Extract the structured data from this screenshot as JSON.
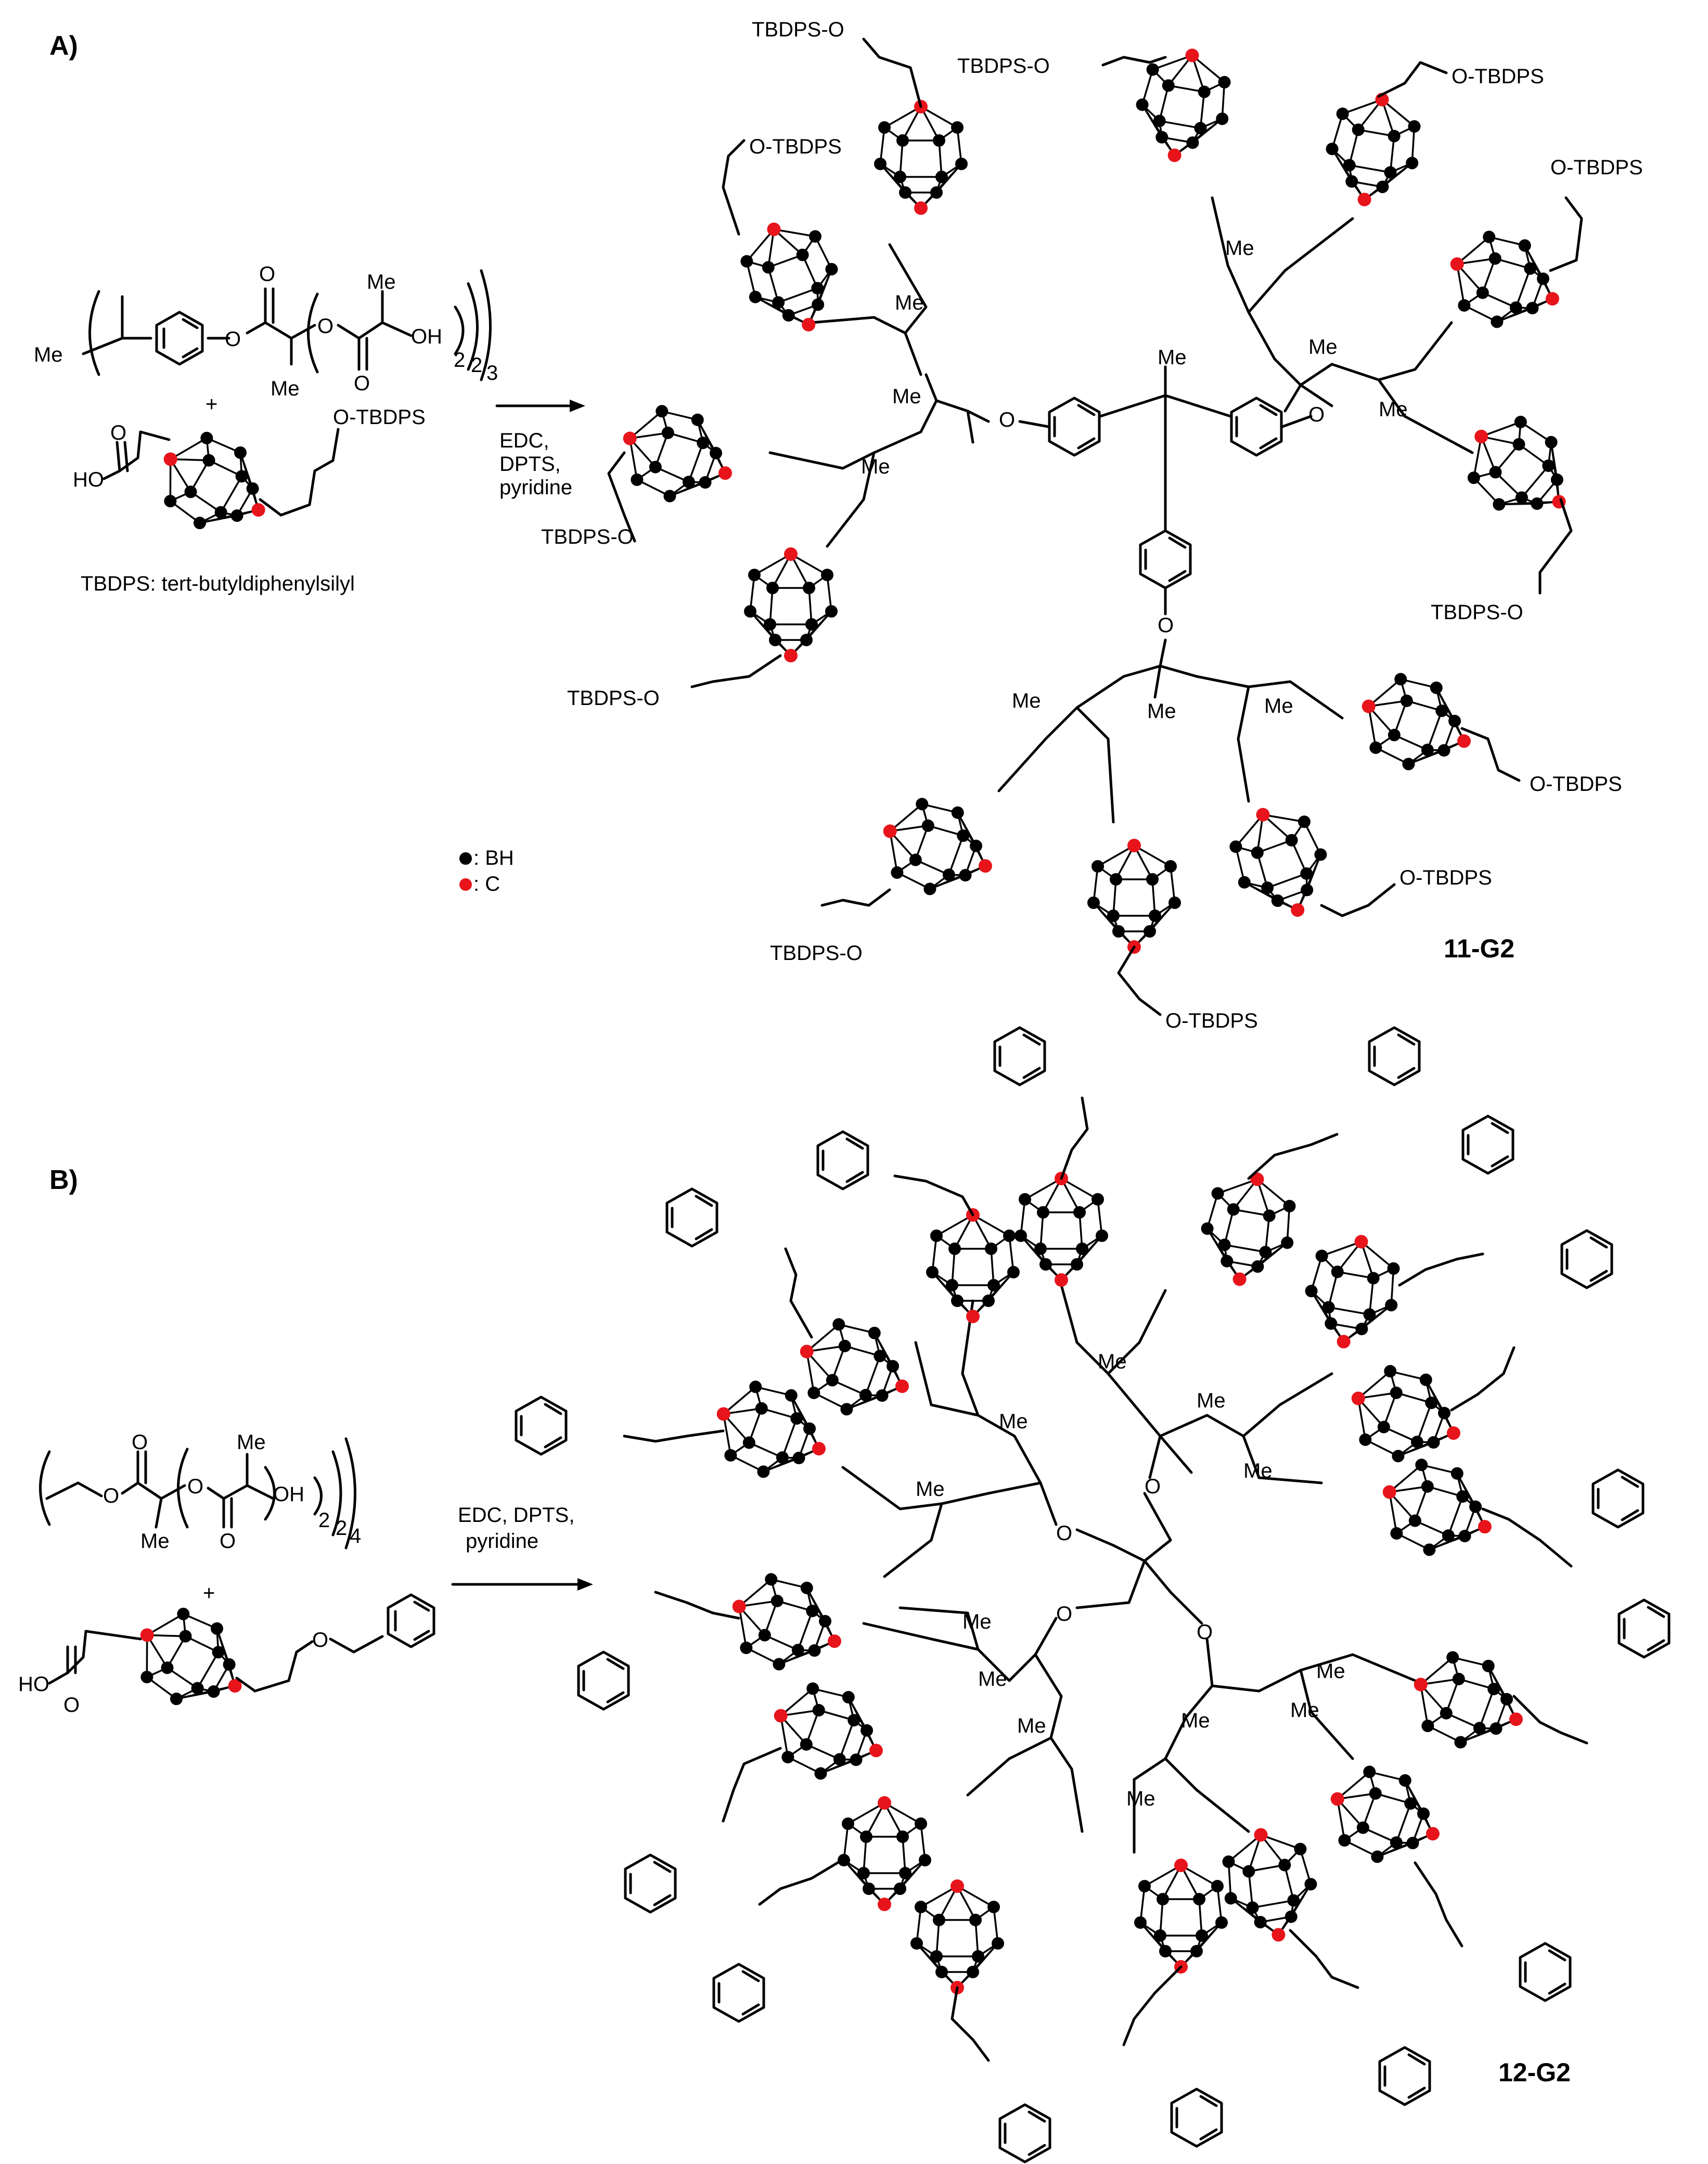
{
  "panel_a": {
    "label": "A)",
    "reagents": {
      "line1": "EDC,",
      "line2": "DPTS,",
      "line3": "pyridine"
    },
    "tbdps_note": "TBDPS: tert-butyldiphenylsilyl",
    "reactant1": {
      "me_left": "Me",
      "me_branch": "Me",
      "me_top": "Me",
      "oh": "OH",
      "sub_inner": "2",
      "sub_mid": "2",
      "sub_outer": "3"
    },
    "reactant2": {
      "acid": "HO",
      "ether": "O-TBDPS"
    },
    "plus": "+",
    "product_label": "11-G2",
    "product_end_groups": [
      "TBDPS-O",
      "TBDPS-O",
      "O-TBDPS",
      "O-TBDPS",
      "O-TBDPS",
      "TBDPS-O",
      "O-TBDPS",
      "O-TBDPS",
      "O-TBDPS",
      "TBDPS-O",
      "TBDPS-O",
      "TBDPS-O"
    ]
  },
  "legend": {
    "bh_label": ": BH",
    "c_label": ": C",
    "bh_color": "#000000",
    "c_color": "#e8141b"
  },
  "panel_b": {
    "label": "B)",
    "reagents": {
      "line1": "EDC, DPTS,",
      "line2": "pyridine"
    },
    "reactant1": {
      "me_top": "Me",
      "me_branch": "Me",
      "oh": "OH",
      "sub_inner": "2",
      "sub_mid": "2",
      "sub_outer": "4"
    },
    "reactant2": {
      "acid": "HO",
      "ether": "O"
    },
    "plus": "+",
    "product_label": "12-G2"
  }
}
